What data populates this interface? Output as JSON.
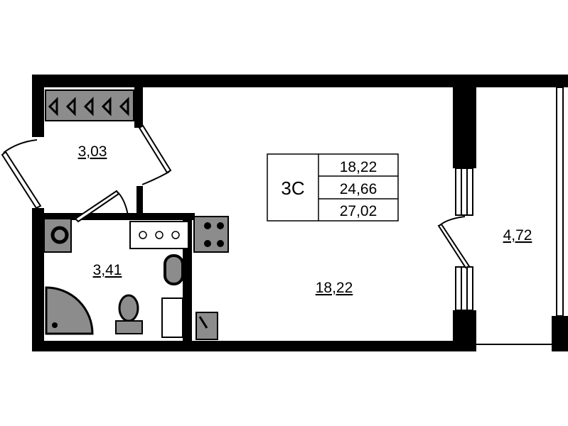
{
  "plan": {
    "apartment_type": "3С",
    "areas": {
      "living": "18,22",
      "total_no_balcony": "24,66",
      "total": "27,02"
    },
    "rooms": {
      "hall": "3,03",
      "bathroom": "3,41",
      "main_room": "18,22",
      "balcony": "4,72"
    }
  },
  "colors": {
    "wall": "#000000",
    "fixture": "#8c8c8c",
    "background": "#ffffff"
  }
}
